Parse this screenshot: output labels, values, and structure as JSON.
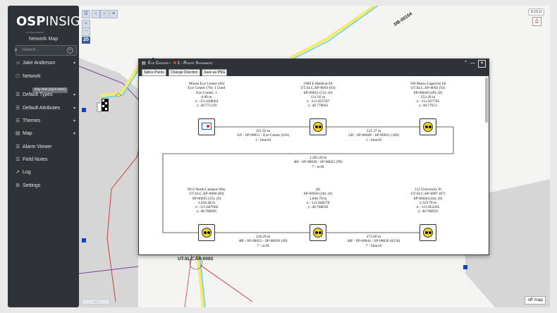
{
  "app": {
    "logo_bold": "OSP",
    "logo_thin": "INSIGHT",
    "logo_sub": "An IQGeo Solution",
    "sidebar_title": "Network Map",
    "search_placeholder": "Search..."
  },
  "sidebar": {
    "user": "Jake Anderson",
    "network_label": "Network",
    "network_badge": "City Test (April 2021)",
    "items": [
      {
        "label": "Default Types"
      },
      {
        "label": "Default Attributes"
      },
      {
        "label": "Themes"
      },
      {
        "label": "Map"
      },
      {
        "label": "Alarm Viewer"
      },
      {
        "label": "Field Notes"
      },
      {
        "label": "Log"
      },
      {
        "label": "Settings"
      }
    ]
  },
  "map": {
    "zoom_level": "20",
    "version": "9.16.0",
    "off_map": "off map",
    "scale_label": "10 m",
    "road_label_1": "DB-00154",
    "road_label_2": "UT.SLC.AP-0093",
    "colors": {
      "map_bg": "#f4f4f2",
      "building": "#d6d6d6",
      "road_yellow": "#f7e96a",
      "road_cyan": "#5fd0e8",
      "boundary": "#7a3fa0",
      "red_line": "#d23d3d",
      "marker_blue": "#1540c8"
    }
  },
  "dialog": {
    "title_prefix": "Eye Center -",
    "title_suffix": "1 - Route Schematic",
    "buttons": {
      "splice": "Splice Points",
      "change_direction": "Change Direction",
      "save_png": "Save as PNG"
    },
    "nodes": [
      {
        "lines": [
          "Moran Eye Center (46)",
          "Eye Center (70): 1 Used",
          "Eye Center: 1",
          "0.00 m",
          "x: -111.838064",
          "y: 40.771219"
        ]
      },
      {
        "lines": [
          "1900 E Medical Dr",
          "UT.SLC.AP-0093 (93)",
          "SP-00051 (51): (0)",
          "121.92 m",
          "x: -111.837597",
          "y: 40.770662"
        ]
      },
      {
        "lines": [
          "100 Mario Capecchi Dr",
          "UT.SLC.AP-0092 (92)",
          "SP-00049 (49): (0)",
          "253.29 m",
          "x: -111.837785",
          "y: 40.77013"
        ]
      },
      {
        "lines": [
          "80 S North Campus Way",
          "UT.SLC.AP-0060 (60)",
          "SP-00025 (25): (0)",
          "1,618.48 m",
          "x: -111.847666",
          "y: 40.768995"
        ]
      },
      {
        "lines": [
          "(0)",
          "SP-00026 (26): (0)",
          "1,846.78 m",
          "x: -111.848278",
          "y: 40.768036"
        ]
      },
      {
        "lines": [
          "112 University St",
          "UT.SLC.AP-0087 (87)",
          "SP-00044 (44): (0)",
          "2,319.78 m",
          "x: -111.852262",
          "y: 40.766952"
        ]
      }
    ],
    "links": [
      {
        "lines": [
          "121.92 m",
          "12f - SP-00051 - Eye Center (103)",
          "1 - blue/bl"
        ]
      },
      {
        "lines": [
          "131.37 m",
          "24f - SP-00049 - SP-00051 (100)",
          "1 - blue/bl"
        ]
      },
      {
        "lines": [
          "1,365.20 m",
          "48f - SP-00049 - SP-00025 (99)",
          "7 - or/bl"
        ]
      },
      {
        "lines": [
          "228.29 m",
          "48f - SP-00025 - SP-00026 (49)",
          "7 - or/bl"
        ]
      },
      {
        "lines": [
          "473.00 m",
          "48f - SP-00044 - SP-00026 (6556)",
          "7 - blue/rd"
        ]
      }
    ]
  }
}
